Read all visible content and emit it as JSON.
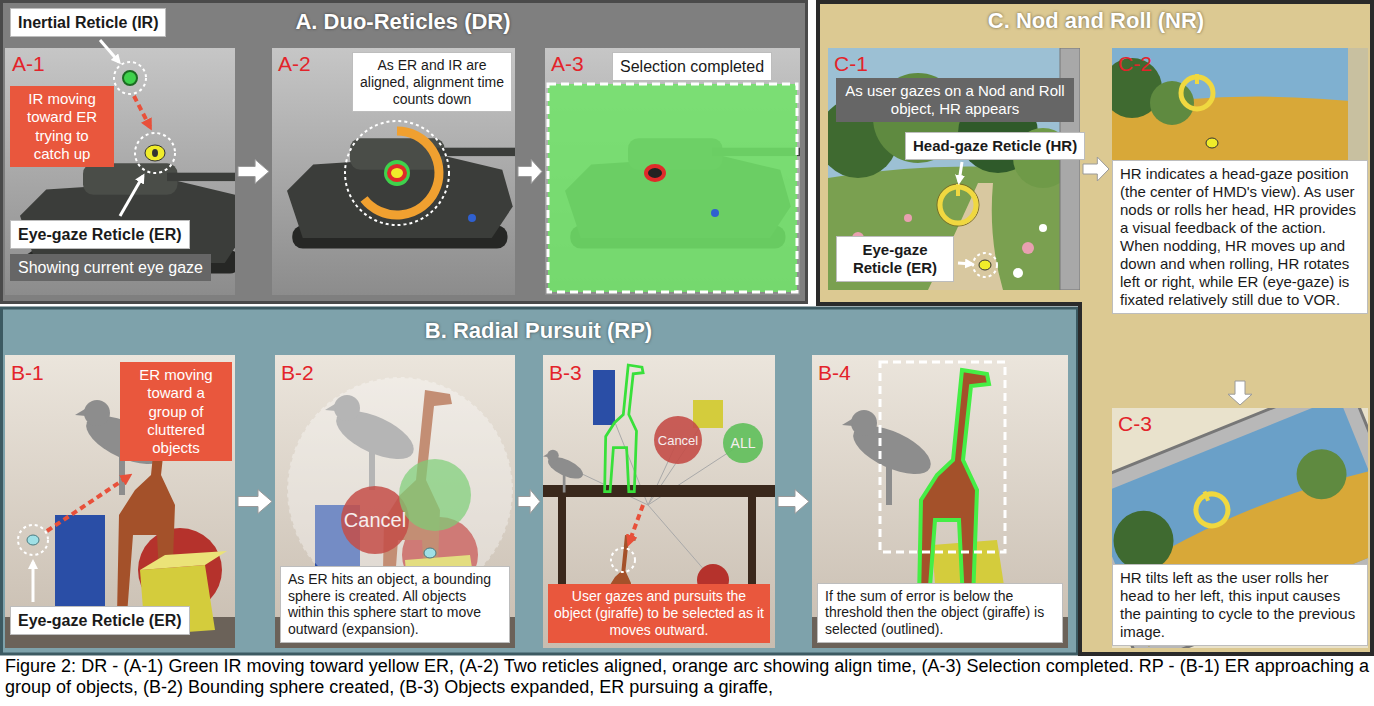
{
  "diagram": {
    "caption": "Figure 2: DR - (A-1) Green IR moving toward yellow ER, (A-2) Two reticles aligned, orange arc showing align time, (A-3) Selection completed. RP - (B-1) ER approaching a group of objects, (B-2) Bounding sphere created, (B-3) Objects expanded, ER pursuing a giraffe,",
    "nodes": [
      {
        "text": [
          "A. Duo-Reticles (DR)"
        ]
      },
      {
        "text": [
          "A-1"
        ],
        "in": 0
      },
      {
        "text": [
          "Inertial Reticle (IR)"
        ],
        "in": 1
      },
      {
        "text": [
          "IR moving toward ER trying to catch up"
        ],
        "in": 1
      },
      {
        "text": [
          "Eye-gaze Reticle (ER)"
        ],
        "in": 1
      },
      {
        "text": [
          "Showing current eye gaze"
        ],
        "in": 1
      },
      {
        "text": [
          "A-2"
        ],
        "in": 0
      },
      {
        "text": [
          "As ER and IR are aligned, alignment time counts down"
        ],
        "in": 6
      },
      {
        "text": [
          "A-3"
        ],
        "in": 0
      },
      {
        "text": [
          "Selection completed"
        ],
        "in": 8
      },
      {
        "text": [
          "B. Radial Pursuit (RP)"
        ]
      },
      {
        "text": [
          "B-1"
        ],
        "in": 10
      },
      {
        "text": [
          "ER moving toward a group of cluttered objects"
        ],
        "in": 11
      },
      {
        "text": [
          "Eye-gaze Reticle (ER)"
        ],
        "in": 11
      },
      {
        "text": [
          "B-2"
        ],
        "in": 10
      },
      {
        "text": [
          "As ER hits an object, a bounding sphere is created. All objects within this sphere start to move outward (expansion)."
        ],
        "in": 14
      },
      {
        "text": [
          "B-3"
        ],
        "in": 10
      },
      {
        "text": [
          "User gazes and pursuits the object (giraffe) to be selected as it moves outward."
        ],
        "in": 16
      },
      {
        "text": [
          "B-4"
        ],
        "in": 10
      },
      {
        "text": [
          "If the sum of error is below the threshold then the object (giraffe) is selected (outlined)."
        ],
        "in": 18
      },
      {
        "text": [
          "C. Nod and Roll (NR)"
        ]
      },
      {
        "text": [
          "C-1"
        ],
        "in": 20
      },
      {
        "text": [
          "As user gazes on a Nod and Roll object, HR appears"
        ],
        "in": 21
      },
      {
        "text": [
          "Head-gaze Reticle (HR)"
        ],
        "in": 21
      },
      {
        "text": [
          "Eye-gaze Reticle (ER)"
        ],
        "in": 21
      },
      {
        "text": [
          "C-2"
        ],
        "in": 20
      },
      {
        "text": [
          "HR indicates a head-gaze position (the center of HMD's view). As user nods or rolls her head, HR provides a visual feedback of the action. When nodding, HR moves up and down and when rolling, HR rotates left or right, while ER (eye-gaze) is fixated relatively still due to VOR."
        ],
        "in": 25
      },
      {
        "text": [
          "C-3"
        ],
        "in": 20
      },
      {
        "text": [
          "HR tilts left as the user rolls her head to her left, this input causes the painting to cycle to the previous image."
        ],
        "in": 27
      }
    ],
    "edges": [
      {
        "from": 1,
        "to": 6,
        "arrow": "to"
      },
      {
        "from": 6,
        "to": 8,
        "arrow": "to"
      },
      {
        "from": 11,
        "to": 14,
        "arrow": "to"
      },
      {
        "from": 14,
        "to": 16,
        "arrow": "to"
      },
      {
        "from": 16,
        "to": 18,
        "arrow": "to"
      },
      {
        "from": 21,
        "to": 25,
        "arrow": "to"
      },
      {
        "from": 25,
        "to": 27,
        "arrow": "to"
      }
    ],
    "labels": [
      "Cancel",
      "Cancel",
      "ALL"
    ]
  }
}
